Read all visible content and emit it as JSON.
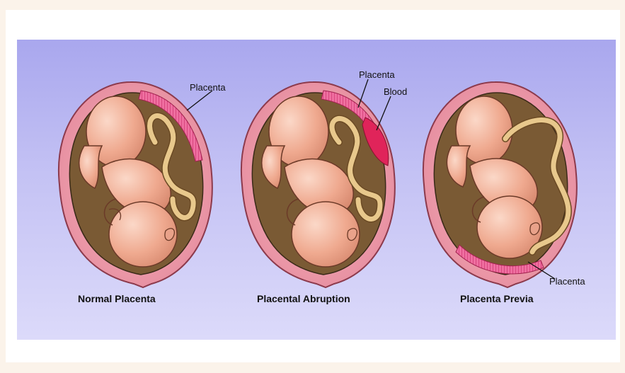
{
  "panels": [
    {
      "caption": "Normal Placenta",
      "labels": [
        "Placenta"
      ]
    },
    {
      "caption": "Placental Abruption",
      "labels": [
        "Placenta",
        "Blood"
      ]
    },
    {
      "caption": "Placenta Previa",
      "labels": [
        "Placenta"
      ]
    }
  ],
  "colors": {
    "background_panel": "#b5b3f0",
    "uterus_wall": "#f2a6b4",
    "amniotic": "#7a5a34",
    "fetus_skin": "#f1b29e",
    "cord": "#e8c88c",
    "placenta": "#e55488",
    "blood": "#e0245a"
  }
}
